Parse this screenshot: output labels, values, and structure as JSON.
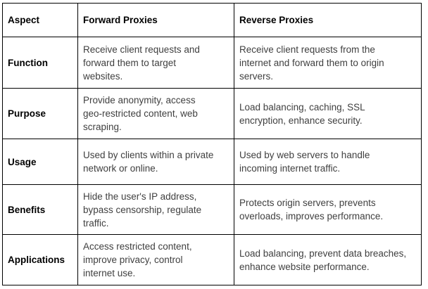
{
  "table": {
    "columns": [
      "Aspect",
      "Forward Proxies",
      "Reverse Proxies"
    ],
    "rows": [
      {
        "aspect": "Function",
        "forward": "Receive client requests and\nforward them to target\nwebsites.",
        "reverse": "Receive client requests from the\ninternet and forward them to origin\nservers."
      },
      {
        "aspect": "Purpose",
        "forward": "Provide anonymity, access\ngeo-restricted content, web\nscraping.",
        "reverse": "Load balancing, caching, SSL\nencryption, enhance security."
      },
      {
        "aspect": "Usage",
        "forward": "Used by clients within a private\nnetwork or online.",
        "reverse": "Used by web servers to handle\nincoming internet traffic."
      },
      {
        "aspect": "Benefits",
        "forward": "Hide the user's IP address,\nbypass censorship, regulate\ntraffic.",
        "reverse": "Protects origin servers, prevents\noverloads, improves performance."
      },
      {
        "aspect": "Applications",
        "forward": "Access restricted content,\nimprove privacy, control\ninternet use.",
        "reverse": "Load balancing, prevent data breaches,\nenhance website performance."
      }
    ]
  },
  "colors": {
    "border": "#000000",
    "heading_text": "#000000",
    "body_text": "#3f3f3f",
    "background": "#ffffff"
  }
}
